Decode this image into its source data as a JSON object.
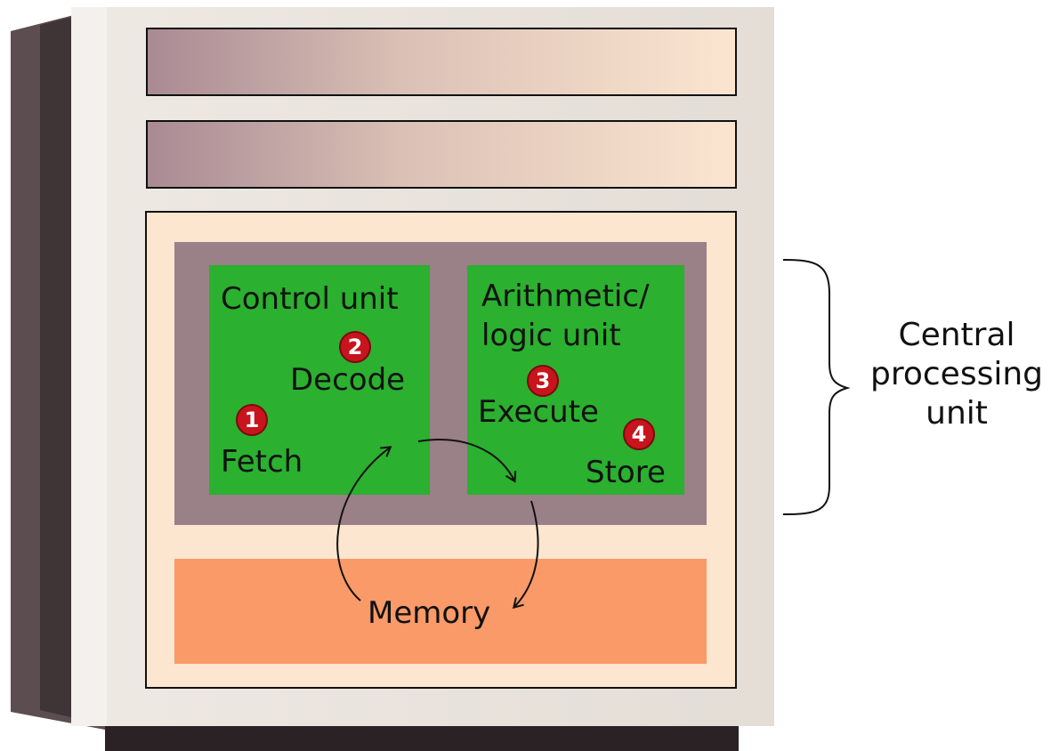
{
  "units": {
    "control_unit": "Control unit",
    "alu_line1": "Arithmetic/",
    "alu_line2": "logic unit",
    "memory": "Memory",
    "cpu_line1": "Central",
    "cpu_line2": "processing",
    "cpu_line3": "unit"
  },
  "steps": [
    {
      "number": "1",
      "label": "Fetch"
    },
    {
      "number": "2",
      "label": "Decode"
    },
    {
      "number": "3",
      "label": "Execute"
    },
    {
      "number": "4",
      "label": "Store"
    }
  ],
  "colors": {
    "unit_green": "#2bb02f",
    "cpu_mauve": "#9a8087",
    "memory_orange": "#f99a68",
    "panel_cream": "#fde6cf",
    "badge_red": "#c8141c"
  }
}
